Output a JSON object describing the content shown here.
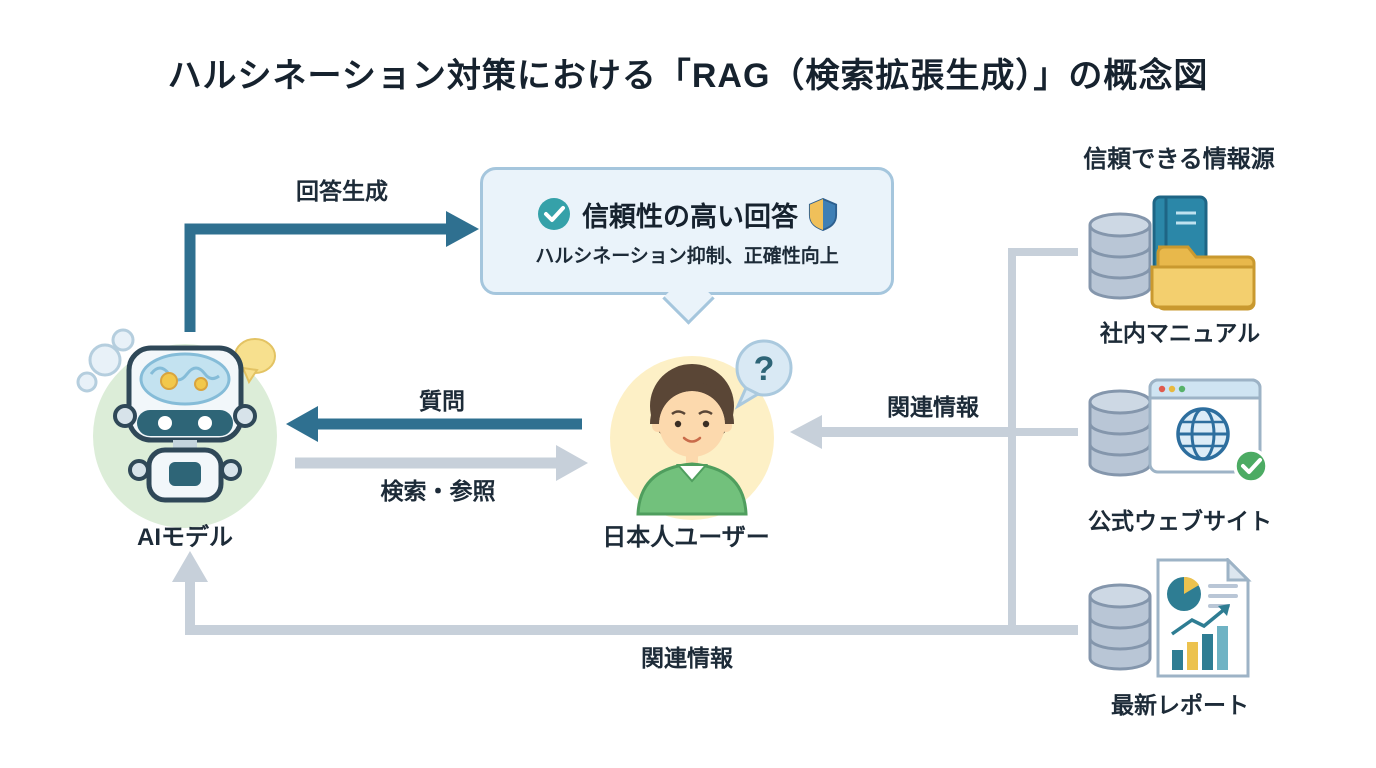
{
  "title": "ハルシネーション対策における「RAG（検索拡張生成）」の概念図",
  "bubble": {
    "title": "信頼性の高い回答",
    "subtitle": "ハルシネーション抑制、正確性向上",
    "check_icon": "check-circle-icon",
    "shield_icon": "shield-icon"
  },
  "nodes": {
    "ai_model": {
      "label": "AIモデル",
      "icon": "robot-icon"
    },
    "user": {
      "label": "日本人ユーザー",
      "icon": "person-icon",
      "question_mark": "?"
    }
  },
  "arrows": {
    "answer_generation": {
      "label": "回答生成",
      "direction": "ai-to-answer-bubble",
      "color": "teal"
    },
    "question": {
      "label": "質問",
      "direction": "user-to-ai",
      "color": "teal"
    },
    "search_reference": {
      "label": "検索・参照",
      "direction": "ai-to-user",
      "color": "gray"
    },
    "related_info_to_user": {
      "label": "関連情報",
      "direction": "sources-to-user",
      "color": "gray"
    },
    "related_info_to_ai": {
      "label": "関連情報",
      "direction": "sources-to-ai",
      "color": "gray"
    }
  },
  "sources": {
    "heading": "信頼できる情報源",
    "items": [
      {
        "label": "社内マニュアル",
        "icon": "database-book-folder-icon"
      },
      {
        "label": "公式ウェブサイト",
        "icon": "database-browser-globe-icon"
      },
      {
        "label": "最新レポート",
        "icon": "database-report-icon"
      }
    ]
  },
  "colors": {
    "background": "#ffffff",
    "text": "#1d2b38",
    "teal_arrow": "#2f7090",
    "gray_arrow": "#c7d0da",
    "bubble_bg": "#eaf3fa",
    "bubble_border": "#a5c6dd",
    "check_green": "#35a1a9",
    "shield_blue": "#3f7fb5",
    "shield_gold": "#f0c05a"
  }
}
